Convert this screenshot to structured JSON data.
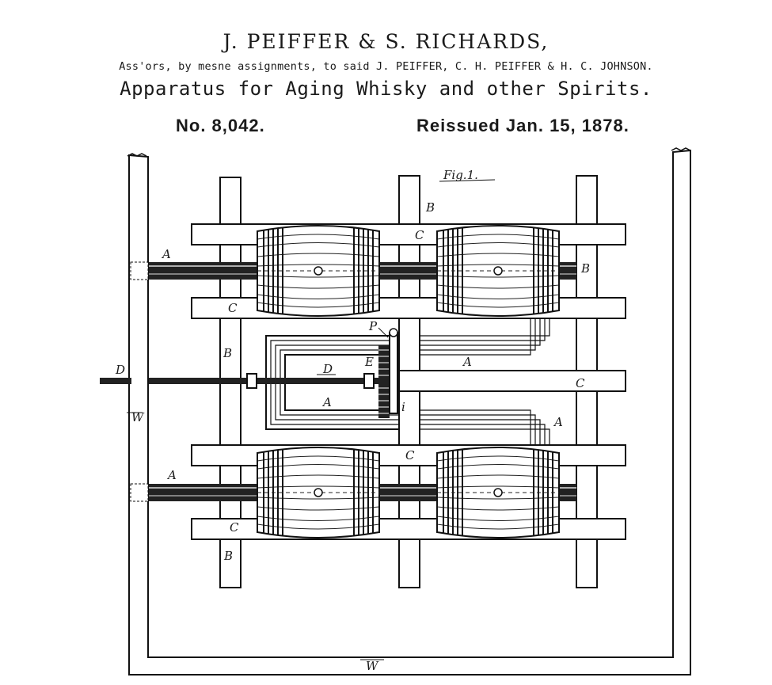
{
  "header": {
    "title": "J. PEIFFER & S. RICHARDS,",
    "assignment": "Ass'ors, by mesne assignments, to said J. PEIFFER, C. H. PEIFFER & H. C. JOHNSON.",
    "subtitle": "Apparatus for Aging Whisky and other Spirits.",
    "patent_number": "No. 8,042.",
    "reissue_date": "Reissued Jan. 15, 1878."
  },
  "figure": {
    "fig_label": "Fig.1.",
    "labels": {
      "A": "A",
      "B": "B",
      "C": "C",
      "D": "D",
      "E": "E",
      "P": "P",
      "i": "i",
      "W": "W"
    }
  }
}
